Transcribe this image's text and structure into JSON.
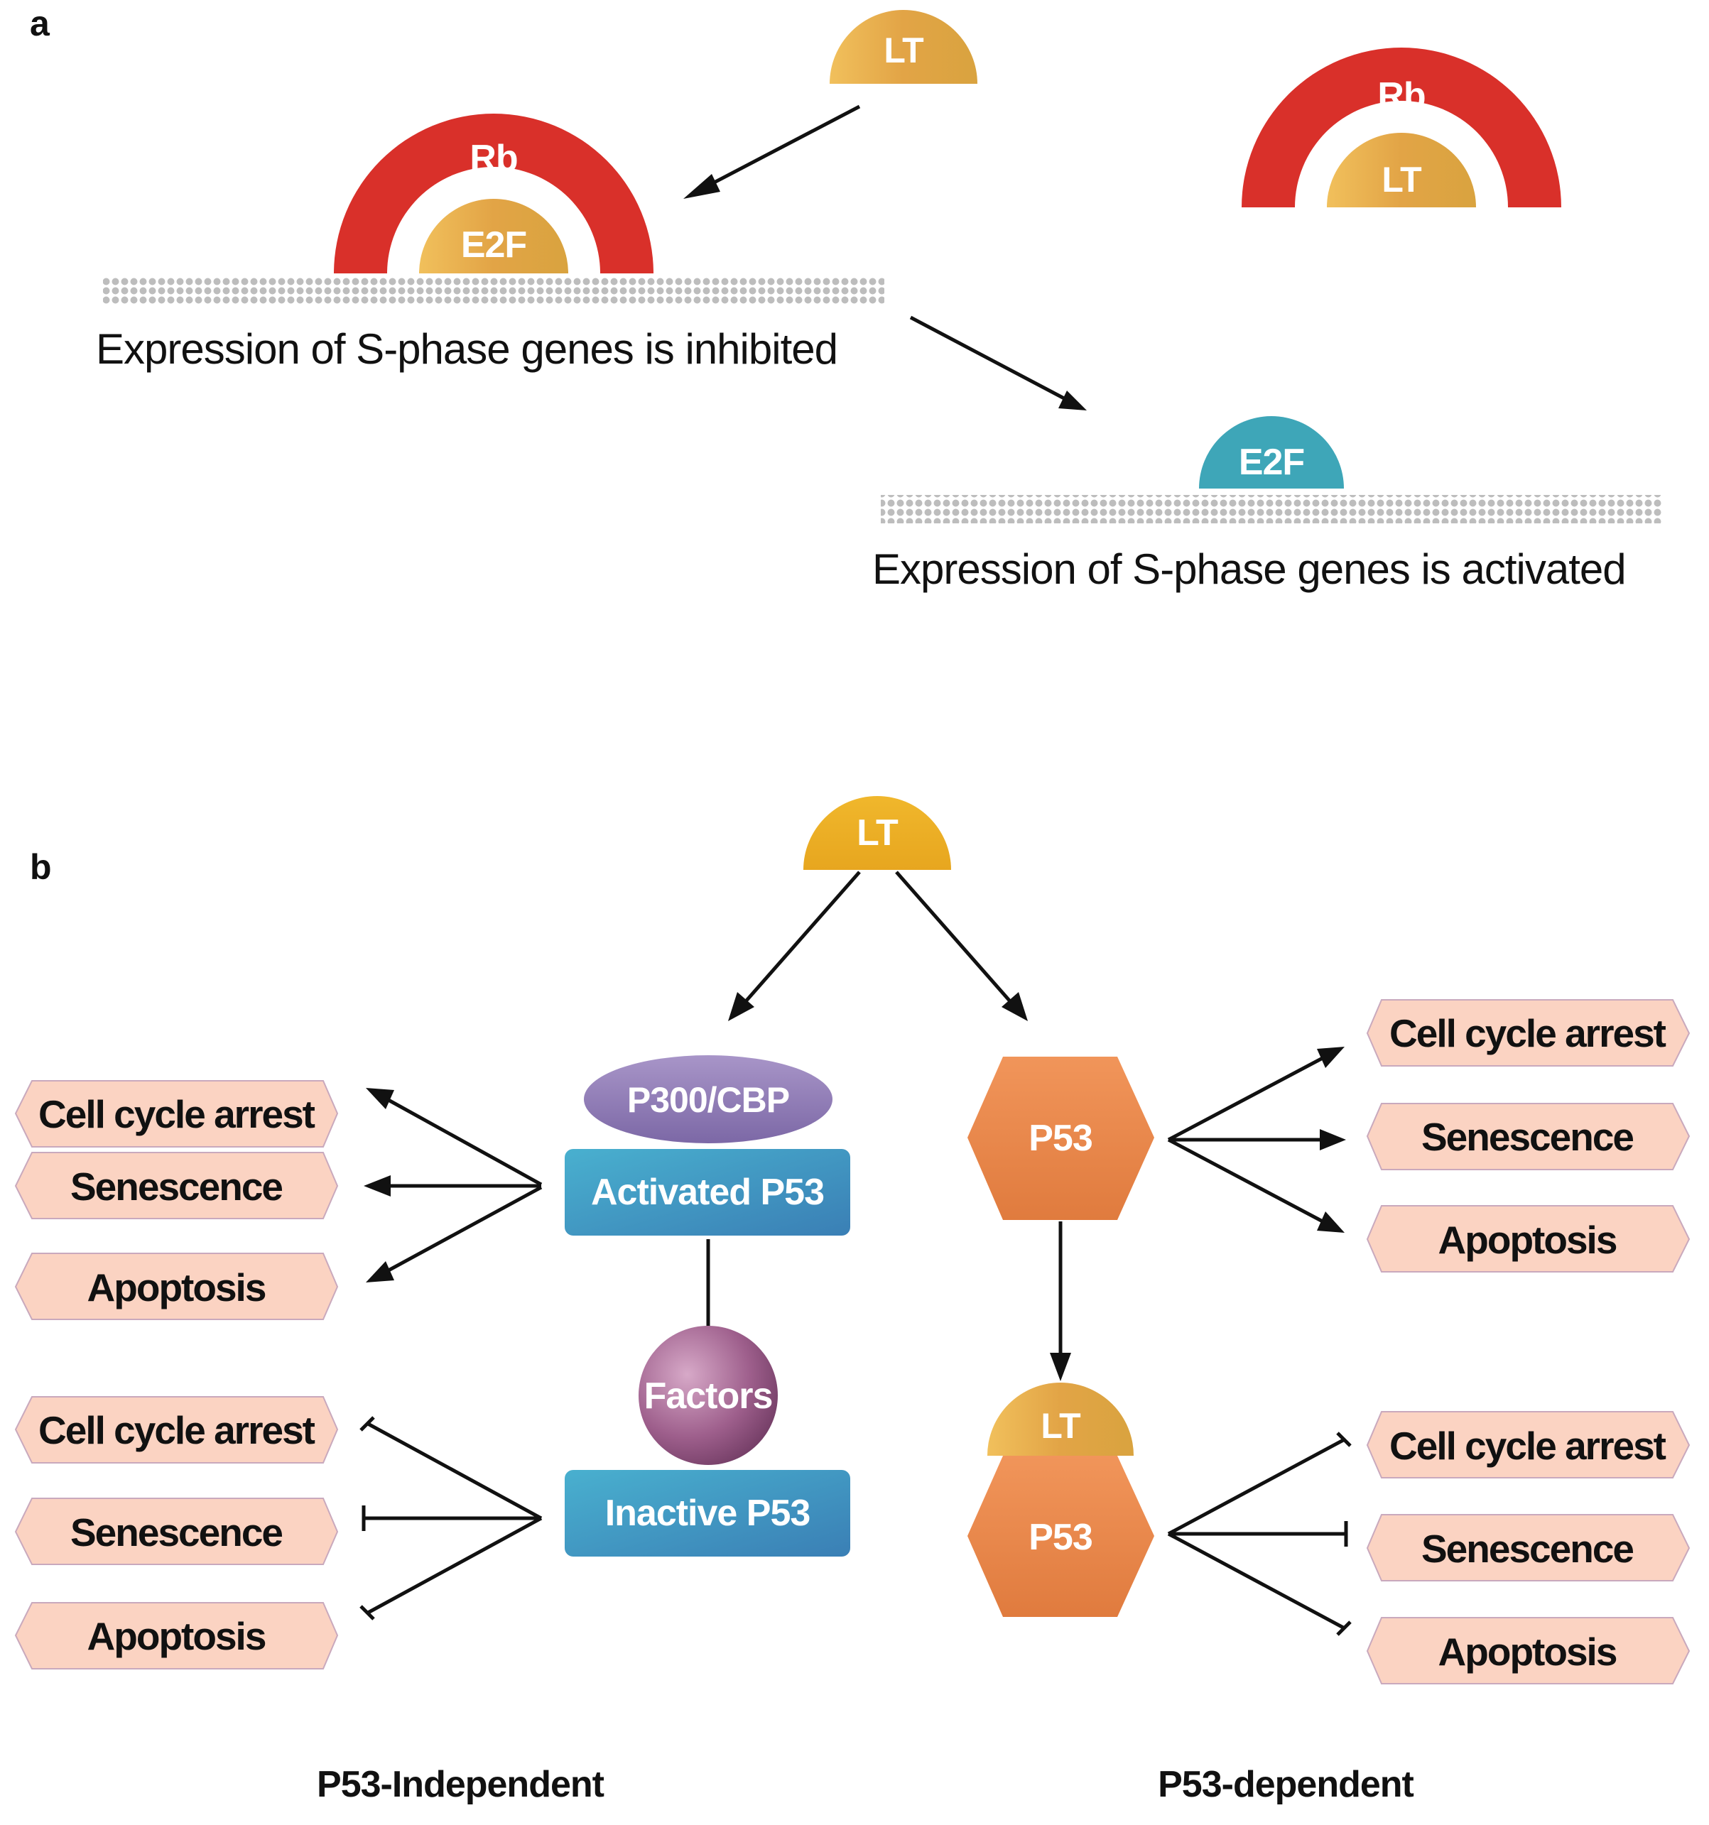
{
  "panel_a": {
    "letter": "a",
    "lt_label": "LT",
    "rb_label": "Rb",
    "e2f_label": "E2F",
    "inhibited_caption": "Expression of S-phase genes is inhibited",
    "activated_caption": "Expression of S-phase genes is activated"
  },
  "panel_b": {
    "letter": "b",
    "lt_label": "LT",
    "p300_label": "P300/CBP",
    "activated_p53_label": "Activated P53",
    "factors_label": "Factors",
    "inactive_p53_label": "Inactive P53",
    "p53_label": "P53",
    "outcomes": [
      "Cell cycle arrest",
      "Senescence",
      "Apoptosis"
    ],
    "independent_label": "P53-Independent",
    "dependent_label": "P53-dependent"
  },
  "colors": {
    "rb_red": "#d9302a",
    "lt_gold": "#e6a83a",
    "e2f_teal": "#3ea6b8",
    "p53_box_blue": "#3f9cc2",
    "p300_purple": "#8e7bb5",
    "factors_mauve": "#9a5a86",
    "p53_orange": "#e8844a",
    "outcome_pink": "#fbd3c2"
  }
}
